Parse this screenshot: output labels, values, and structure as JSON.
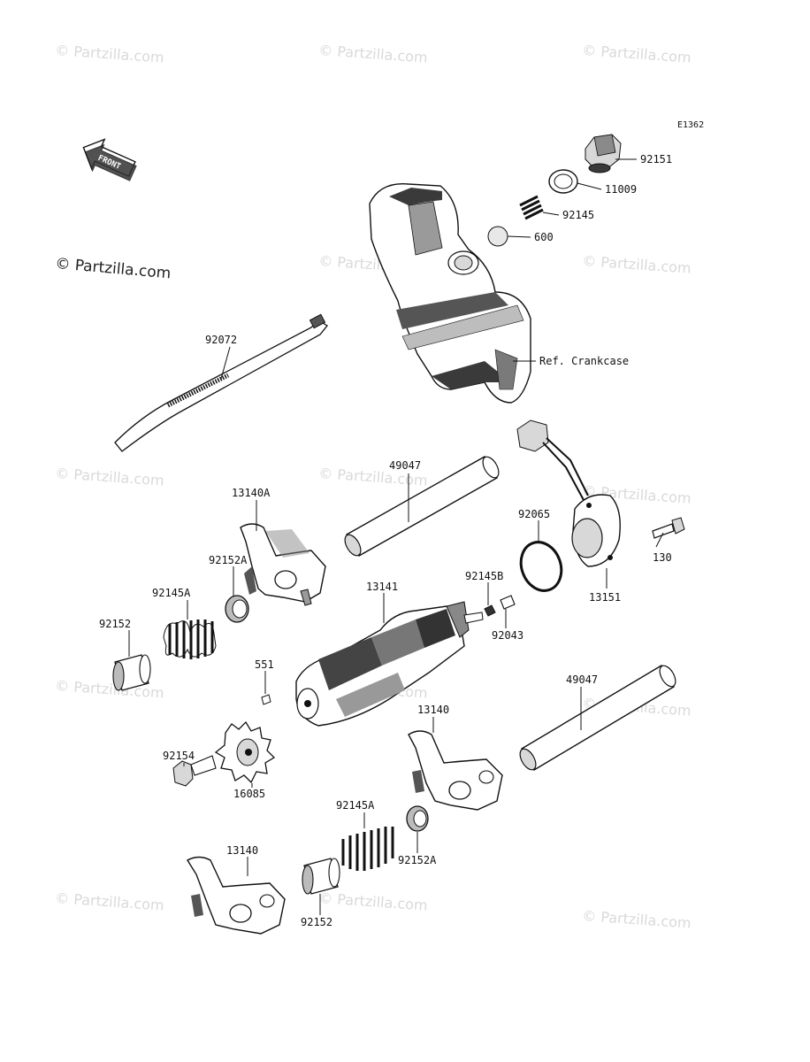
{
  "diagram": {
    "code": "E1362",
    "front_label": "FRONT",
    "watermark": "© Partzilla.com",
    "parts": {
      "p92151": "92151",
      "p11009": "11009",
      "p92145": "92145",
      "p600": "600",
      "pRef": "Ref. Crankcase",
      "p92072": "92072",
      "p49047a": "49047",
      "p13140A": "13140A",
      "p92065": "92065",
      "p92152Aa": "92152A",
      "p13141": "13141",
      "p92145B": "92145B",
      "p130": "130",
      "p92145Aa": "92145A",
      "p13151": "13151",
      "p92043": "92043",
      "p92152a": "92152",
      "p551": "551",
      "p49047b": "49047",
      "p13140a": "13140",
      "p92154": "92154",
      "p16085": "16085",
      "p92145Ab": "92145A",
      "p92152Ab": "92152A",
      "p13140b": "13140",
      "p92152b": "92152"
    }
  },
  "colors": {
    "line": "#111111",
    "watermark": "#d9d9d9"
  }
}
